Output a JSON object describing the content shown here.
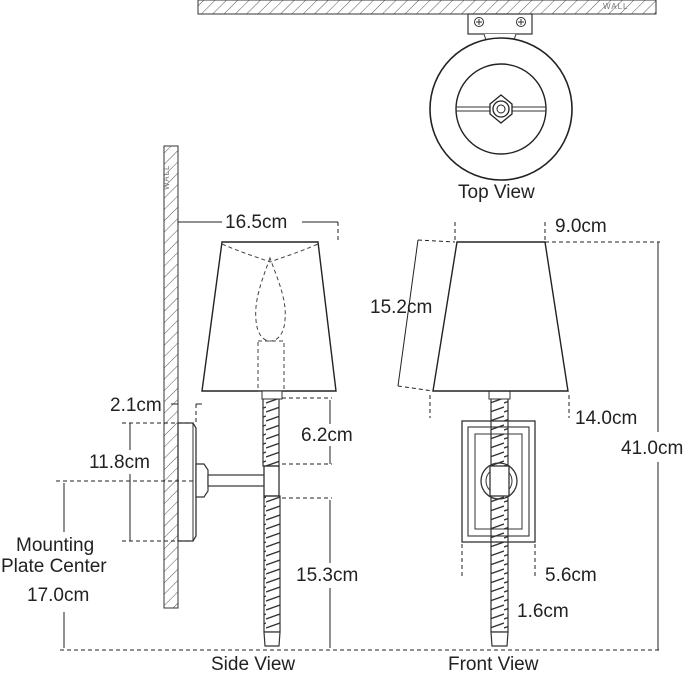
{
  "views": {
    "top": "Top View",
    "side": "Side View",
    "front": "Front View"
  },
  "wall_labels": {
    "top": "WALL",
    "side": "WALL"
  },
  "dimensions": {
    "shade_top_depth": "16.5cm",
    "shade_top_diameter": "9.0cm",
    "shade_height": "15.2cm",
    "shade_bottom_diameter": "14.0cm",
    "wall_offset": "2.1cm",
    "shade_to_arm": "6.2cm",
    "backplate_height": "11.8cm",
    "arm_to_base": "15.3cm",
    "overall_height": "41.0cm",
    "backplate_width": "5.6cm",
    "stem_diameter": "1.6cm",
    "mounting_center_height": "17.0cm"
  },
  "mounting_plate_center": {
    "line1": "Mounting",
    "line2": "Plate Center"
  }
}
